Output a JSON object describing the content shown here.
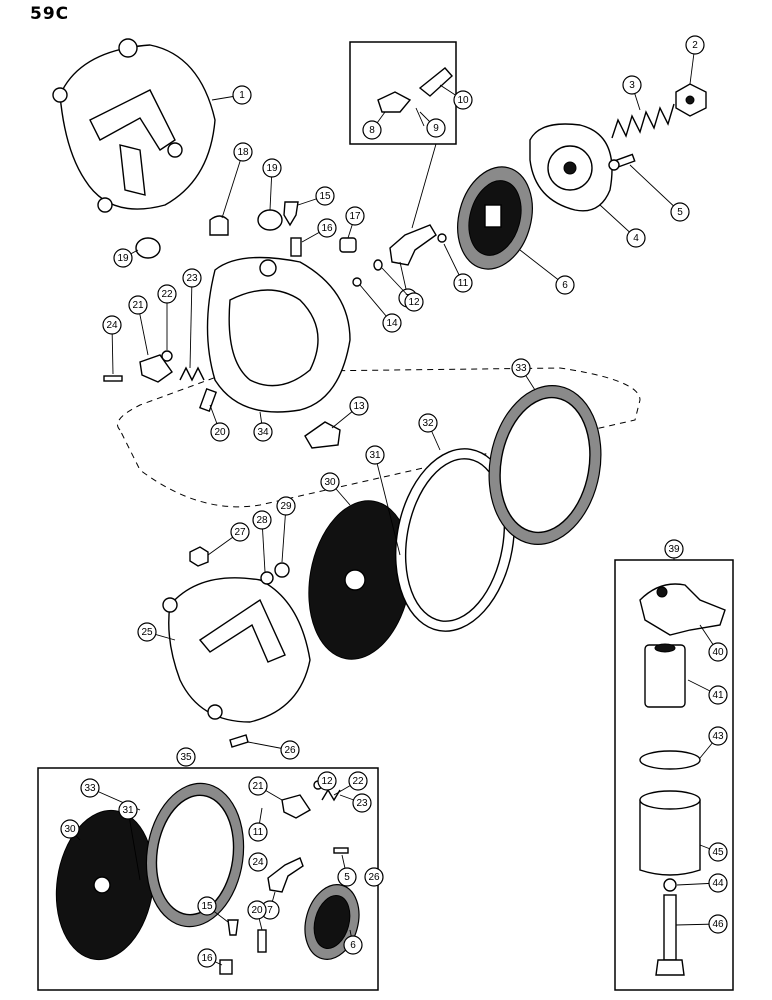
{
  "page_label": "59C",
  "callouts": [
    {
      "label": "1"
    },
    {
      "label": "2"
    },
    {
      "label": "3"
    },
    {
      "label": "4"
    },
    {
      "label": "5"
    },
    {
      "label": "6"
    },
    {
      "label": "7"
    },
    {
      "label": "8"
    },
    {
      "label": "9"
    },
    {
      "label": "10"
    },
    {
      "label": "11"
    },
    {
      "label": "12"
    },
    {
      "label": "13"
    },
    {
      "label": "14"
    },
    {
      "label": "15"
    },
    {
      "label": "16"
    },
    {
      "label": "17"
    },
    {
      "label": "18"
    },
    {
      "label": "19"
    },
    {
      "label": "19"
    },
    {
      "label": "20"
    },
    {
      "label": "21"
    },
    {
      "label": "22"
    },
    {
      "label": "23"
    },
    {
      "label": "24"
    },
    {
      "label": "25"
    },
    {
      "label": "26"
    },
    {
      "label": "27"
    },
    {
      "label": "28"
    },
    {
      "label": "29"
    },
    {
      "label": "30"
    },
    {
      "label": "31"
    },
    {
      "label": "32"
    },
    {
      "label": "33"
    },
    {
      "label": "34"
    },
    {
      "label": "35"
    },
    {
      "label": "39"
    },
    {
      "label": "40"
    },
    {
      "label": "41"
    },
    {
      "label": "43"
    },
    {
      "label": "44"
    },
    {
      "label": "45"
    },
    {
      "label": "46"
    },
    {
      "label": "33"
    },
    {
      "label": "31"
    },
    {
      "label": "30"
    },
    {
      "label": "21"
    },
    {
      "label": "12"
    },
    {
      "label": "22"
    },
    {
      "label": "23"
    },
    {
      "label": "11"
    },
    {
      "label": "24"
    },
    {
      "label": "5"
    },
    {
      "label": "26"
    },
    {
      "label": "7"
    },
    {
      "label": "6"
    },
    {
      "label": "15"
    },
    {
      "label": "20"
    },
    {
      "label": "16"
    }
  ]
}
